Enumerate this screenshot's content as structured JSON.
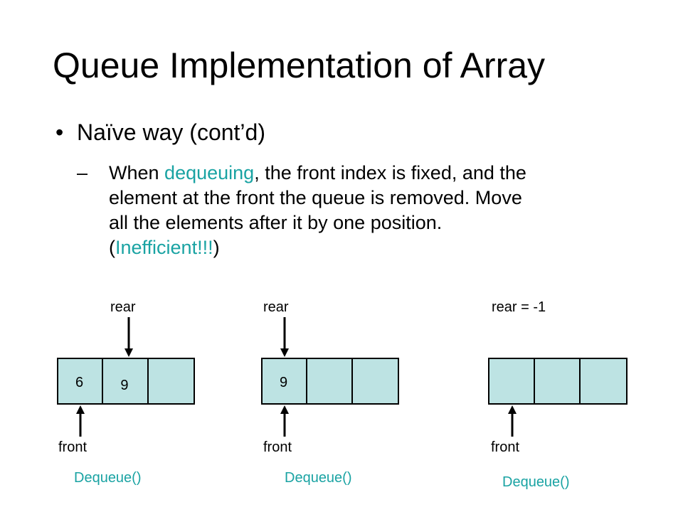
{
  "slide": {
    "title": "Queue Implementation of Array",
    "bullet": "Naïve way (cont’d)",
    "sub_bullet": {
      "dash": "–",
      "line1_pre": "When ",
      "line1_accent": "dequeuing",
      "line1_post": ", the front index is fixed, and the",
      "line2": "element at the front the queue is removed. Move",
      "line3": "all the elements after it by one position.",
      "line4_open": "(",
      "line4_accent": "Inefficient!!!",
      "line4_close": ")"
    },
    "accent_color": "#1aa3a3",
    "cell_fill_color": "#bde3e3"
  },
  "diagrams": [
    {
      "rear_label": "rear",
      "front_label": "front",
      "cells": [
        "6",
        "9",
        ""
      ],
      "action": "Dequeue()"
    },
    {
      "rear_label": "rear",
      "front_label": "front",
      "cells": [
        "9",
        "",
        ""
      ],
      "action": "Dequeue()"
    },
    {
      "rear_label": "rear = -1",
      "front_label": "front",
      "cells": [
        "",
        "",
        ""
      ],
      "action": "Dequeue()"
    }
  ]
}
